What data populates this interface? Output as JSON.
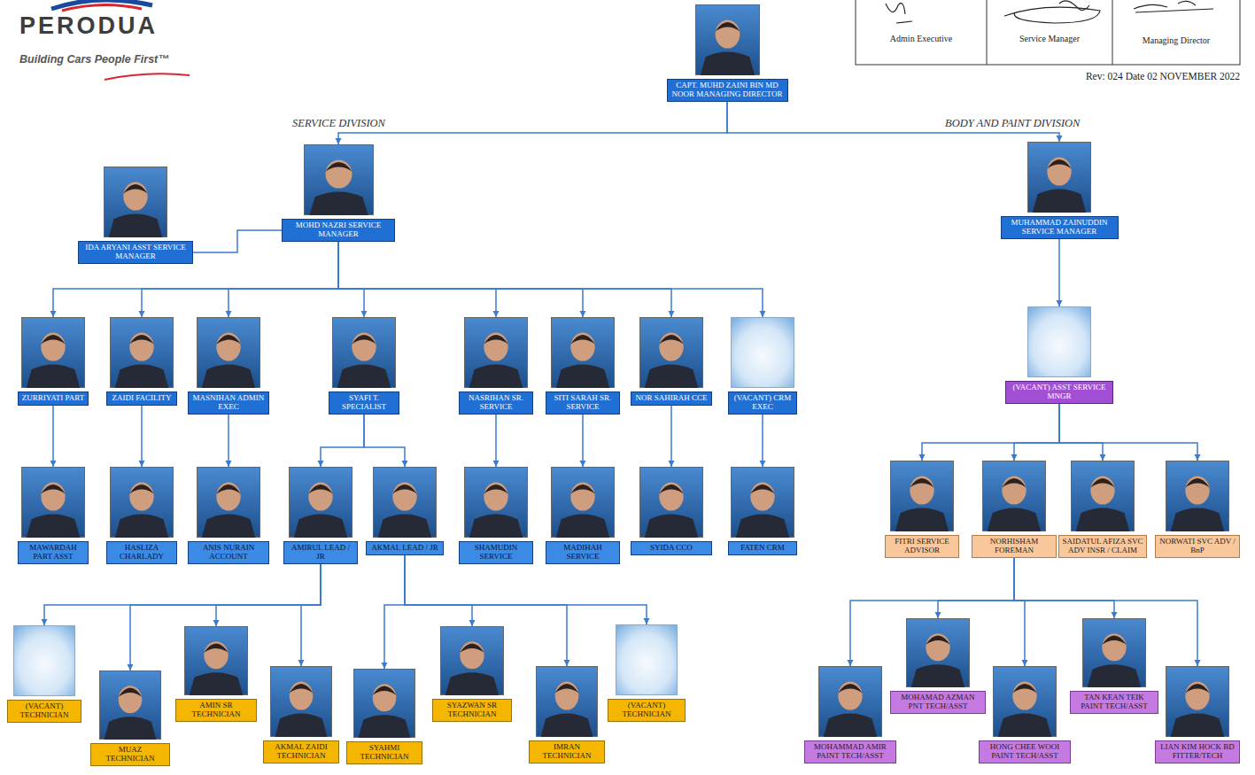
{
  "diagram": {
    "nodes": [
      {
        "text": [
          "CAPT. MUHD ZAINI BIN MD NOOR MANAGING DIRECTOR"
        ]
      },
      {
        "text": [
          "MOHD NAZRI SERVICE MANAGER"
        ]
      },
      {
        "text": [
          "MUHAMMAD ZAINUDDIN SERVICE MANAGER"
        ]
      },
      {
        "text": [
          "IDA ARYANI ASST SERVICE MANAGER"
        ]
      },
      {
        "text": [
          "ZURRIYATI PART"
        ]
      },
      {
        "text": [
          "ZAIDI FACILITY"
        ]
      },
      {
        "text": [
          "MASNIHAN ADMIN EXEC"
        ]
      },
      {
        "text": [
          "SYAFI T. SPECIALIST"
        ]
      },
      {
        "text": [
          "NASRIHAN SR. SERVICE"
        ]
      },
      {
        "text": [
          "SITI SARAH SR. SERVICE"
        ]
      },
      {
        "text": [
          "NOR SAHIRAH CCE"
        ]
      },
      {
        "text": [
          "(VACANT) CRM EXEC"
        ]
      },
      {
        "text": [
          "(VACANT) ASST SERVICE MNGR"
        ]
      },
      {
        "text": [
          "MAWARDAH PART ASST"
        ]
      },
      {
        "text": [
          "HASLIZA CHARLADY"
        ]
      },
      {
        "text": [
          "ANIS NURAIN ACCOUNT"
        ]
      },
      {
        "text": [
          "AMIRUL LEAD / JR"
        ]
      },
      {
        "text": [
          "AKMAL LEAD / JR"
        ]
      },
      {
        "text": [
          "SHAMUDIN SERVICE"
        ]
      },
      {
        "text": [
          "MADIHAH SERVICE"
        ]
      },
      {
        "text": [
          "SYIDA CCO"
        ]
      },
      {
        "text": [
          "FATEN CRM"
        ]
      },
      {
        "text": [
          "FITRI SERVICE ADVISOR"
        ]
      },
      {
        "text": [
          "NORHISHAM FOREMAN"
        ]
      },
      {
        "text": [
          "SAIDATUL AFIZA SVC ADV INSR / CLAIM"
        ]
      },
      {
        "text": [
          "NORWATI SVC ADV / BnP"
        ]
      },
      {
        "text": [
          "(VACANT) TECHNICIAN"
        ]
      },
      {
        "text": [
          "MUAZ TECHNICIAN"
        ]
      },
      {
        "text": [
          "AMIN SR TECHNICIAN"
        ]
      },
      {
        "text": [
          "AKMAL ZAIDI TECHNICIAN"
        ]
      },
      {
        "text": [
          "SYAHMI TECHNICIAN"
        ]
      },
      {
        "text": [
          "SYAZWAN SR TECHNICIAN"
        ]
      },
      {
        "text": [
          "IMRAN TECHNICIAN"
        ]
      },
      {
        "text": [
          "(VACANT) TECHNICIAN"
        ]
      },
      {
        "text": [
          "MOHAMAD AZMAN PNT TECH/ASST"
        ]
      },
      {
        "text": [
          "TAN KEAN TEIK PAINT TECH/ASST"
        ]
      },
      {
        "text": [
          "MOHAMMAD AMIR PAINT TECH/ASST"
        ]
      },
      {
        "text": [
          "HONG CHEE WOOI PAINT TECH/ASST"
        ]
      },
      {
        "text": [
          "LIAN KIM HOCK BD FITTER/TECH"
        ]
      }
    ],
    "edges": [
      {
        "from": 0,
        "to": 1,
        "arrow": "to"
      },
      {
        "from": 0,
        "to": 2,
        "arrow": "to"
      },
      {
        "from": 1,
        "to": 3,
        "arrow": "none"
      },
      {
        "from": 1,
        "to": 4,
        "arrow": "to"
      },
      {
        "from": 1,
        "to": 5,
        "arrow": "to"
      },
      {
        "from": 1,
        "to": 6,
        "arrow": "to"
      },
      {
        "from": 1,
        "to": 7,
        "arrow": "to"
      },
      {
        "from": 1,
        "to": 8,
        "arrow": "to"
      },
      {
        "from": 1,
        "to": 9,
        "arrow": "to"
      },
      {
        "from": 1,
        "to": 10,
        "arrow": "to"
      },
      {
        "from": 1,
        "to": 11,
        "arrow": "to"
      },
      {
        "from": 2,
        "to": 12,
        "arrow": "to"
      },
      {
        "from": 4,
        "to": 13,
        "arrow": "to"
      },
      {
        "from": 5,
        "to": 14,
        "arrow": "to"
      },
      {
        "from": 6,
        "to": 15,
        "arrow": "to"
      },
      {
        "from": 7,
        "to": 16,
        "arrow": "to"
      },
      {
        "from": 7,
        "to": 17,
        "arrow": "to"
      },
      {
        "from": 8,
        "to": 18,
        "arrow": "to"
      },
      {
        "from": 9,
        "to": 19,
        "arrow": "to"
      },
      {
        "from": 10,
        "to": 20,
        "arrow": "to"
      },
      {
        "from": 11,
        "to": 21,
        "arrow": "to"
      },
      {
        "from": 12,
        "to": 22,
        "arrow": "to"
      },
      {
        "from": 12,
        "to": 23,
        "arrow": "to"
      },
      {
        "from": 12,
        "to": 24,
        "arrow": "to"
      },
      {
        "from": 12,
        "to": 25,
        "arrow": "to"
      },
      {
        "from": 16,
        "to": 26,
        "arrow": "to"
      },
      {
        "from": 16,
        "to": 27,
        "arrow": "to"
      },
      {
        "from": 16,
        "to": 28,
        "arrow": "to"
      },
      {
        "from": 16,
        "to": 29,
        "arrow": "to"
      },
      {
        "from": 17,
        "to": 30,
        "arrow": "to"
      },
      {
        "from": 17,
        "to": 31,
        "arrow": "to"
      },
      {
        "from": 17,
        "to": 32,
        "arrow": "to"
      },
      {
        "from": 17,
        "to": 33,
        "arrow": "to"
      },
      {
        "from": 23,
        "to": 34,
        "arrow": "to"
      },
      {
        "from": 23,
        "to": 35,
        "arrow": "to"
      },
      {
        "from": 23,
        "to": 36,
        "arrow": "to"
      },
      {
        "from": 23,
        "to": 37,
        "arrow": "to"
      },
      {
        "from": 23,
        "to": 38,
        "arrow": "to"
      }
    ],
    "labels": [
      "PERODUA",
      "Building Cars People First™",
      "Admin Executive",
      "Service Manager",
      "Managing Director",
      "Rev: 024 Date 02 NOVEMBER 2022",
      "SERVICE DIVISION",
      "BODY AND PAINT DIVISION"
    ]
  }
}
